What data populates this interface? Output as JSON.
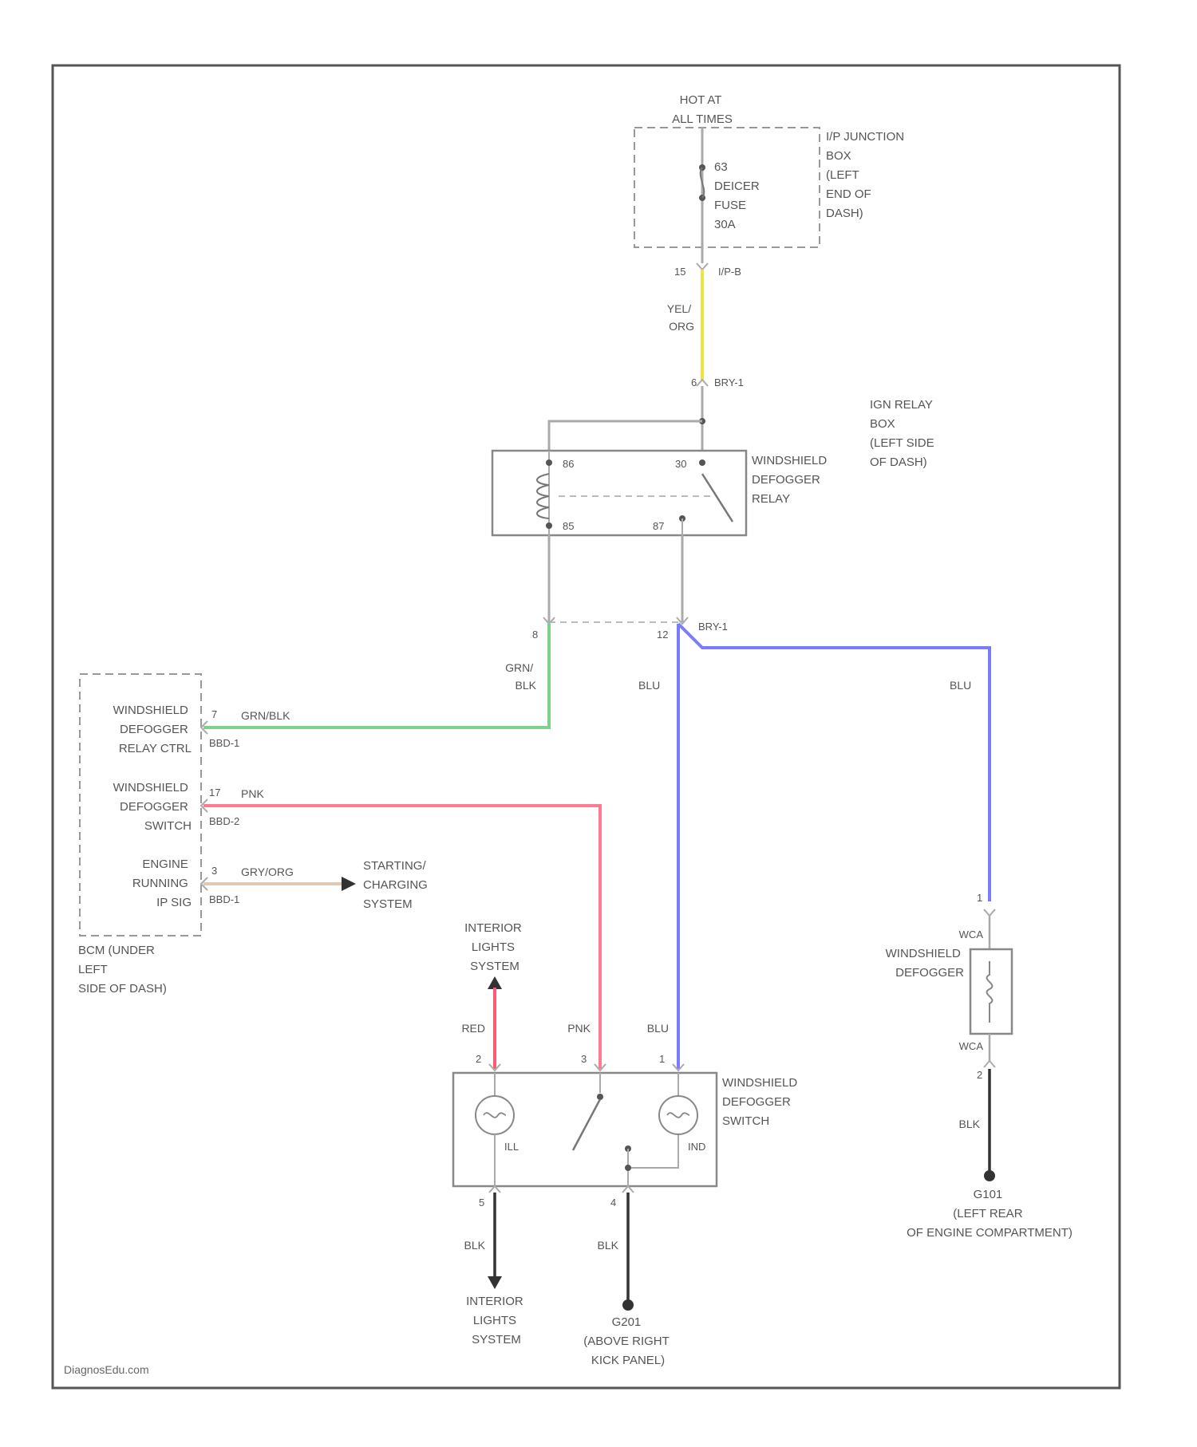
{
  "power": {
    "hot_label": [
      "HOT AT",
      "ALL TIMES"
    ],
    "junction_box": [
      "I/P JUNCTION",
      "BOX",
      "(LEFT",
      "END OF",
      "DASH)"
    ],
    "fuse": [
      "63",
      "DEICER",
      "FUSE",
      "30A"
    ],
    "fuse_pin": "15",
    "fuse_connector": "I/P-B"
  },
  "wires": {
    "yel_org": [
      "YEL/",
      "ORG"
    ],
    "grn_blk": [
      "GRN/",
      "BLK"
    ],
    "blu": "BLU",
    "pnk": "PNK",
    "red": "RED",
    "blk": "BLK",
    "grn_blk_inline": "GRN/BLK",
    "pnk_inline": "PNK",
    "gry_org_inline": "GRY/ORG"
  },
  "relay": {
    "relay_box": [
      "IGN RELAY",
      "BOX",
      "(LEFT SIDE",
      "OF DASH)"
    ],
    "name": [
      "WINDSHIELD",
      "DEFOGGER",
      "RELAY"
    ],
    "pins": {
      "p30": "30",
      "p85": "85",
      "p86": "86",
      "p87": "87"
    },
    "top_pin": "6",
    "top_connector": "BRY-1",
    "bottom_left_pin": "8",
    "bottom_right_pin": "12",
    "bottom_connector": "BRY-1"
  },
  "bcm": {
    "pins": [
      {
        "label": [
          "WINDSHIELD",
          "DEFOGGER",
          "RELAY CTRL"
        ],
        "pin": "7",
        "connector": "BBD-1"
      },
      {
        "label": [
          "WINDSHIELD",
          "DEFOGGER",
          "SWITCH"
        ],
        "pin": "17",
        "connector": "BBD-2"
      },
      {
        "label": [
          "ENGINE",
          "RUNNING",
          "IP SIG"
        ],
        "pin": "3",
        "connector": "BBD-1"
      }
    ],
    "location": [
      "BCM (UNDER",
      "LEFT",
      "SIDE OF DASH)"
    ]
  },
  "starting": [
    "STARTING/",
    "CHARGING",
    "SYSTEM"
  ],
  "interior_top": [
    "INTERIOR",
    "LIGHTS",
    "SYSTEM"
  ],
  "interior_bottom": [
    "INTERIOR",
    "LIGHTS",
    "SYSTEM"
  ],
  "switch": {
    "name": [
      "WINDSHIELD",
      "DEFOGGER",
      "SWITCH"
    ],
    "pin_red": "2",
    "pin_pnk": "3",
    "pin_blu": "1",
    "lamp_left": "ILL",
    "lamp_right": "IND",
    "pin_bottom_left": "5",
    "pin_bottom_right": "4"
  },
  "defogger": {
    "name": [
      "WINDSHIELD",
      "DEFOGGER"
    ],
    "top_pin": "1",
    "top_connector": "WCA",
    "bottom_connector": "WCA",
    "bottom_pin": "2"
  },
  "grounds": {
    "g201": [
      "G201",
      "(ABOVE RIGHT",
      "KICK PANEL)"
    ],
    "g101": [
      "G101",
      "(LEFT REAR",
      "OF ENGINE COMPARTMENT)"
    ]
  },
  "watermark": "DiagnosEdu.com",
  "colors": {
    "frame": "#555555",
    "wire_gray": "#aaaaaa",
    "yel_org": "#f2e24a",
    "grn_blk": "#7ed08a",
    "pnk": "#ff7b92",
    "blu": "#7b7bff",
    "red": "#ff5a73",
    "gry_org": "#e0c8b4"
  }
}
